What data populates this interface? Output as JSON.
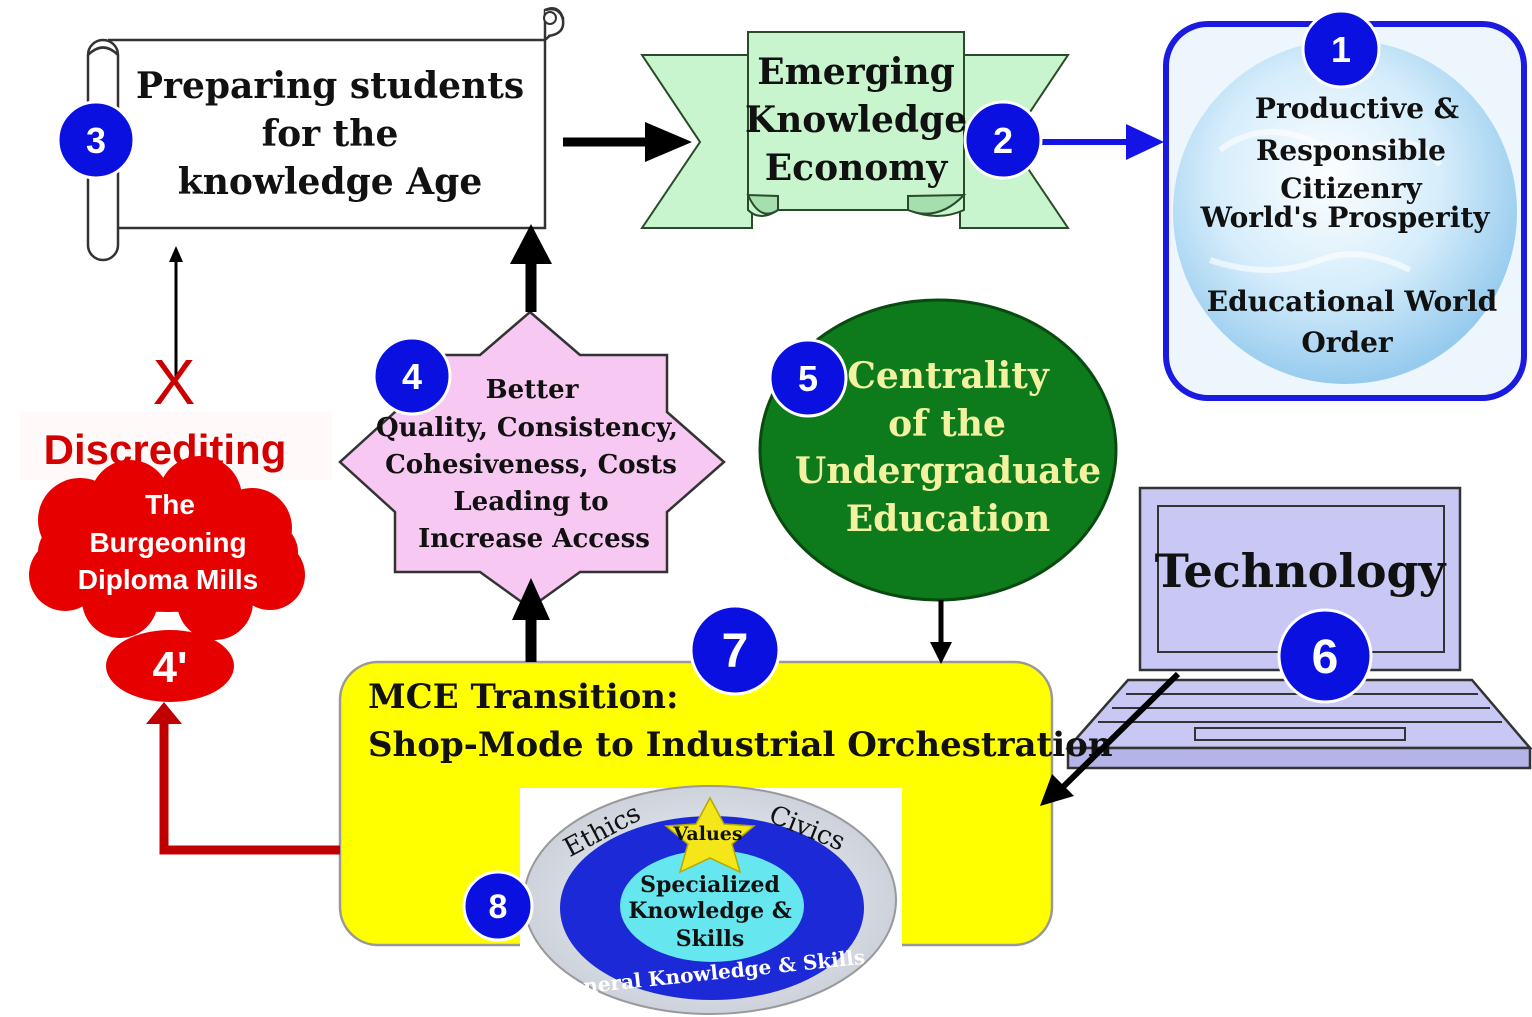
{
  "nodes": {
    "n1": {
      "badge": "1",
      "lines": [
        "Productive &",
        "Responsible",
        "Citizenry",
        "World's Prosperity",
        "Educational World",
        "Order"
      ]
    },
    "n2": {
      "badge": "2",
      "lines": [
        "Emerging",
        "Knowledge",
        "Economy"
      ]
    },
    "n3": {
      "badge": "3",
      "lines": [
        "Preparing students",
        "for the",
        "knowledge Age"
      ]
    },
    "n4": {
      "badge": "4",
      "lines": [
        "Better",
        "Quality, Consistency,",
        "Cohesiveness, Costs",
        "Leading to",
        "Increase Access"
      ]
    },
    "n4prime": {
      "heading": "Discrediting",
      "lines": [
        "The",
        "Burgeoning",
        "Diploma Mills"
      ],
      "badge": "4'"
    },
    "n5": {
      "badge": "5",
      "lines": [
        "Centrality",
        "of the",
        "Undergraduate",
        "Education"
      ]
    },
    "n6": {
      "badge": "6",
      "label": "Technology"
    },
    "n7": {
      "badge": "7",
      "lines": [
        "MCE Transition:",
        "Shop-Mode to Industrial Orchestration"
      ]
    },
    "n8": {
      "badge": "8",
      "outer_left": "Ethics",
      "star": "Values",
      "outer_right": "Civics",
      "core": [
        "Specialized",
        "Knowledge &",
        "Skills"
      ],
      "ring_bottom": "General Knowledge & Skills"
    }
  },
  "reject_mark": "X",
  "colors": {
    "badge": "#0a10e0",
    "arrow_blue": "#1414e6",
    "red": "#e60000",
    "dark_red": "#c00000",
    "green": "#0d7a1c",
    "yellow": "#ffff00",
    "pink": "#f7c8f2",
    "mint": "#c8f5cd",
    "lavender": "#c9c8f5"
  }
}
